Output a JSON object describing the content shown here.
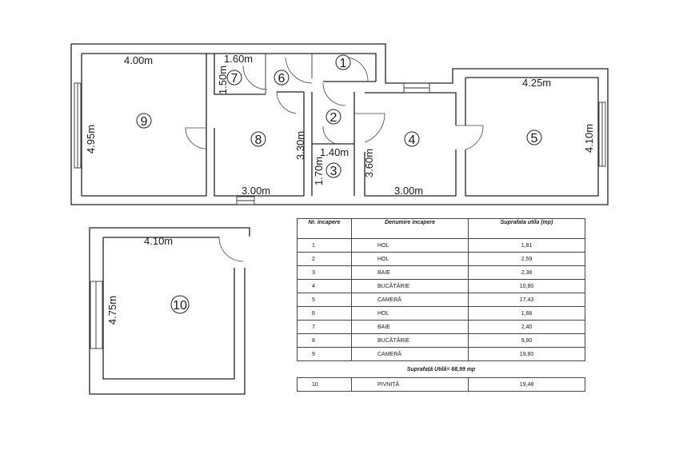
{
  "plan": {
    "dimensions": {
      "room9_width": "4.00m",
      "room9_height": "4.95m",
      "room7_width": "1.60m",
      "room7_height": "1.50m",
      "room8_width": "3.00m",
      "room8_height": "3.30m",
      "room3_width": "1.40m",
      "room3_height": "1.70m",
      "room4_width": "3.00m",
      "room4_height": "3.60m",
      "room5_width": "4.25m",
      "room5_height": "4.10m",
      "room10_width": "4.10m",
      "room10_height": "4.75m"
    },
    "room_numbers": {
      "r1": "1",
      "r2": "2",
      "r3": "3",
      "r4": "4",
      "r5": "5",
      "r6": "6",
      "r7": "7",
      "r8": "8",
      "r9": "9",
      "r10": "10"
    }
  },
  "table": {
    "headers": {
      "nr": "Nr. incapere",
      "name": "Denumire incapere",
      "area": "Suprafata utila (mp)"
    },
    "rows": [
      {
        "nr": "1",
        "name": "HOL",
        "area": "1,81"
      },
      {
        "nr": "2",
        "name": "HOL",
        "area": "2,59"
      },
      {
        "nr": "3",
        "name": "BAIE",
        "area": "2,38"
      },
      {
        "nr": "4",
        "name": "BUCĂTĂRIE",
        "area": "10,80"
      },
      {
        "nr": "5",
        "name": "CAMERĂ",
        "area": "17,43"
      },
      {
        "nr": "6",
        "name": "HOL",
        "area": "1,88"
      },
      {
        "nr": "7",
        "name": "BAIE",
        "area": "2,40"
      },
      {
        "nr": "8",
        "name": "BUCĂTĂRIE",
        "area": "9,90"
      },
      {
        "nr": "9",
        "name": "CAMERĂ",
        "area": "19,80"
      }
    ],
    "total": "Suprafață Utilă= 68,99 mp",
    "extra_row": {
      "nr": "10",
      "name": "PIVNIȚĂ",
      "area": "19,48"
    }
  }
}
